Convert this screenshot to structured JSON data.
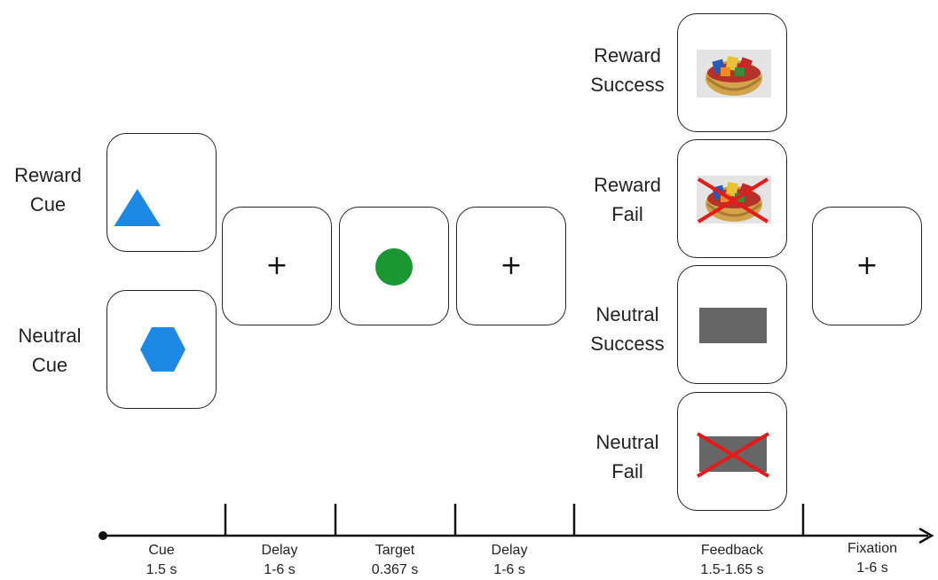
{
  "cues": {
    "reward_label": [
      "Reward",
      "Cue"
    ],
    "neutral_label": [
      "Neutral",
      "Cue"
    ]
  },
  "fixation_symbol": "+",
  "feedback": {
    "reward_success_label": [
      "Reward",
      "Success"
    ],
    "reward_fail_label": [
      "Reward",
      "Fail"
    ],
    "neutral_success_label": [
      "Neutral",
      "Success"
    ],
    "neutral_fail_label": [
      "Neutral",
      "Fail"
    ]
  },
  "timeline": [
    {
      "name": "Cue",
      "duration": "1.5 s"
    },
    {
      "name": "Delay",
      "duration": "1-6 s"
    },
    {
      "name": "Target",
      "duration": "0.367 s"
    },
    {
      "name": "Delay",
      "duration": "1-6 s"
    },
    {
      "name": "Feedback",
      "duration": "1.5-1.65 s"
    },
    {
      "name": "Fixation",
      "duration": "1-6 s"
    }
  ],
  "colors": {
    "cue_shape": "#1e88e5",
    "target": "#1a9632",
    "fail_cross": "#e31b1b",
    "neutral_rect": "#666666",
    "line": "#111111"
  }
}
